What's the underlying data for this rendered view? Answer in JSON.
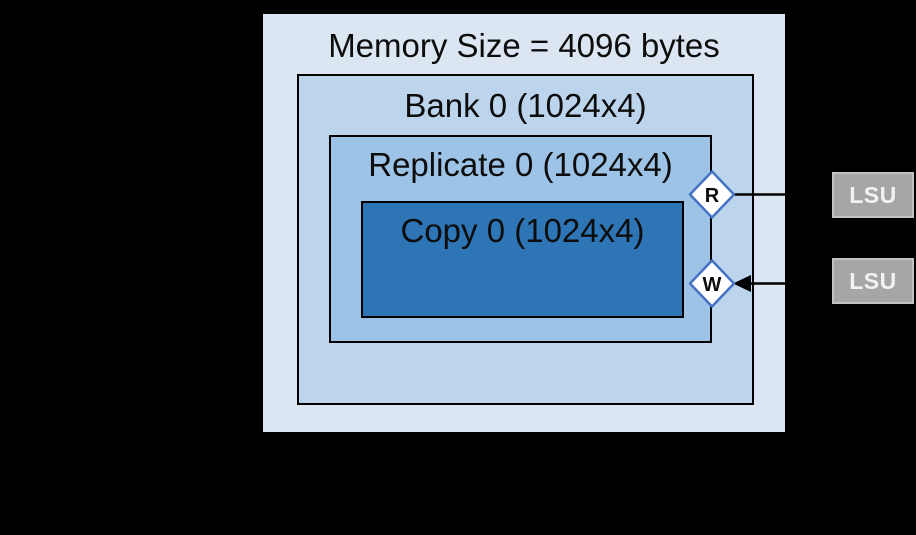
{
  "memory": {
    "title": "Memory Size = 4096 bytes"
  },
  "bank": {
    "label": "Bank 0 (1024x4)"
  },
  "replicate": {
    "label": "Replicate 0 (1024x4)"
  },
  "copy": {
    "label": "Copy 0 (1024x4)"
  },
  "ports": {
    "read_label": "R",
    "write_label": "W"
  },
  "lsus": {
    "read_unit_label": "LSU",
    "write_unit_label": "LSU"
  },
  "colors": {
    "background": "#000000",
    "memory_fill": "#dce6f2",
    "bank_fill": "#bcd5ec",
    "replicate_fill": "#9dc3e6",
    "copy_fill": "#2e75b6",
    "diamond_fill": "#ffffff",
    "diamond_border": "#4472c4",
    "lsu_fill": "#a6a6a6",
    "lsu_text": "#f2f2f2",
    "wire": "#000000",
    "label_text": "#0d0d0d"
  }
}
